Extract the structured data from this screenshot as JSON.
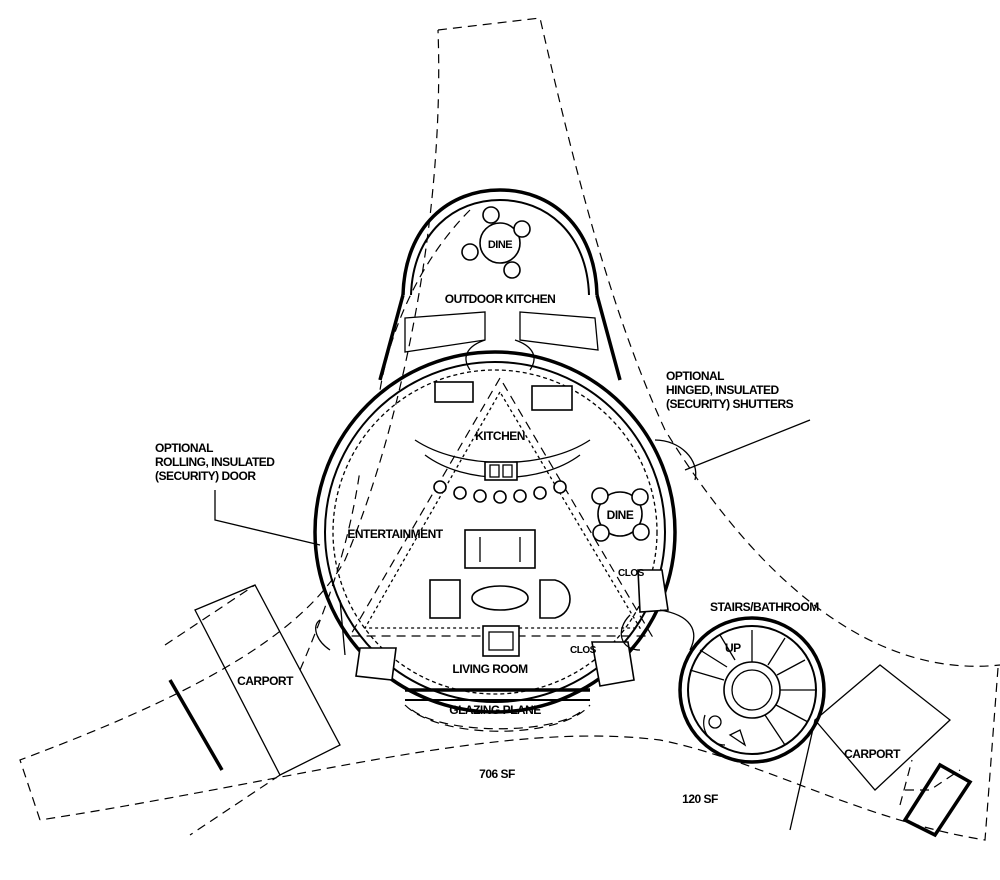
{
  "labels": {
    "dine_top": "DINE",
    "outdoor_kitchen": "OUTDOOR KITCHEN",
    "optional_shutters": [
      "OPTIONAL",
      "HINGED, INSULATED",
      "(SECURITY) SHUTTERS"
    ],
    "optional_door": [
      "OPTIONAL",
      "ROLLING, INSULATED",
      "(SECURITY) DOOR"
    ],
    "kitchen": "KITCHEN",
    "dine_inner": "DINE",
    "entertainment": "ENTERTAINMENT",
    "clos_right": "CLOS",
    "clos_bottom": "CLOS",
    "stairs_bathroom": "STAIRS/BATHROOM",
    "up": "UP",
    "living_room": "LIVING ROOM",
    "glazing_plane": "GLAZING PLANE",
    "carport_left": "CARPORT",
    "carport_right": "CARPORT",
    "area_main": "706 SF",
    "area_stairs": "120 SF"
  }
}
